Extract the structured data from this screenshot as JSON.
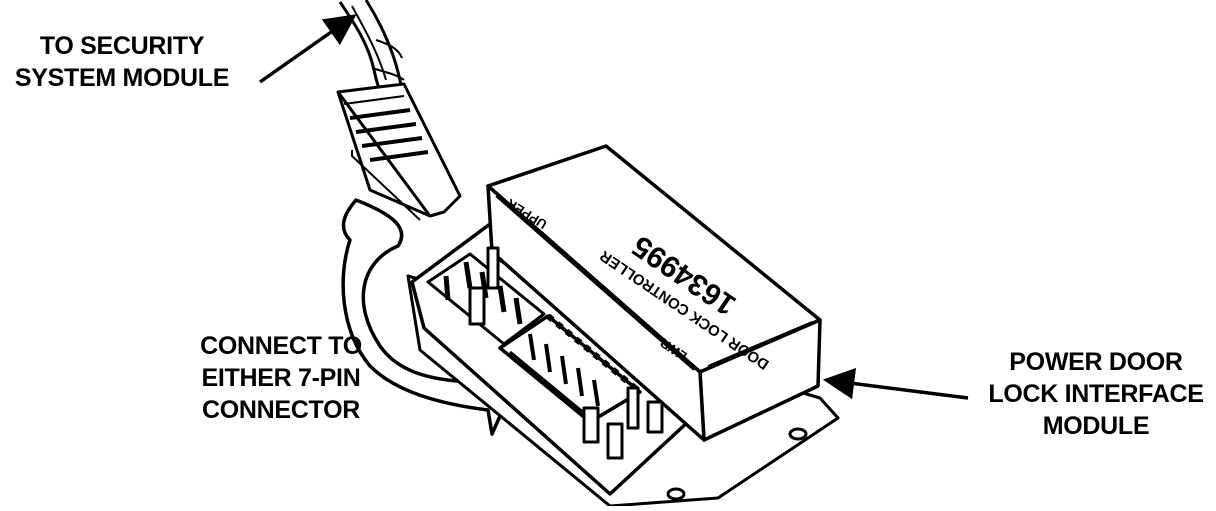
{
  "labels": {
    "security": [
      "TO SECURITY",
      "SYSTEM MODULE"
    ],
    "connect": [
      "CONNECT TO",
      "EITHER 7-PIN",
      "CONNECTOR"
    ],
    "pdl": [
      "POWER DOOR",
      "LOCK INTERFACE",
      "MODULE"
    ]
  },
  "module_markings": {
    "part_number": "1634995",
    "title": "DOOR LOCK CONTROLLER",
    "upper_label": "UPPER",
    "lower_label": "LWR"
  },
  "colors": {
    "ink": "#000000",
    "paper": "#ffffff"
  }
}
